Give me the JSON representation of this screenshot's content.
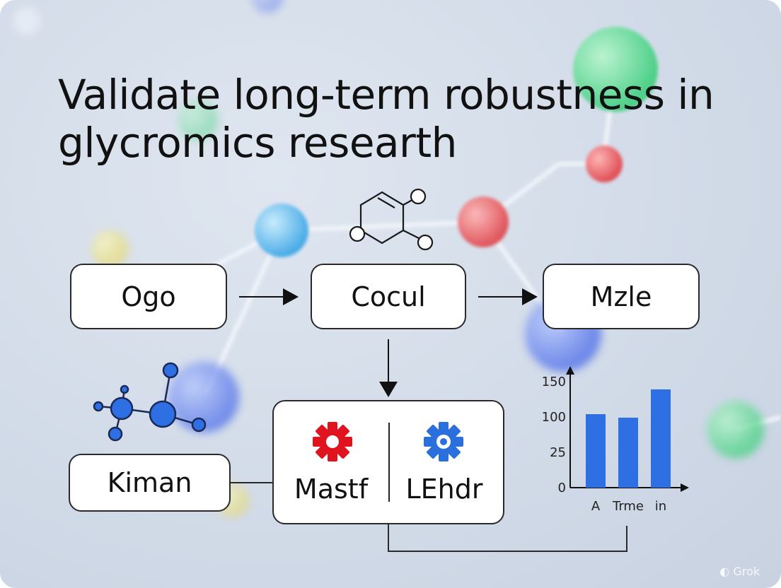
{
  "title": "Validate long-term robustness in glycromics researth",
  "nodes": {
    "ogo": "Ogo",
    "cocul": "Cocul",
    "mzle": "Mzle",
    "kiman": "Kiman",
    "mastf": "Mastf",
    "lehdr": "LEhdr"
  },
  "icons": {
    "top_molecule": "hexagon-molecule-icon",
    "left_molecule": "ball-stick-molecule-icon",
    "gear_red": "gear-icon",
    "gear_blue": "settings-icon"
  },
  "colors": {
    "gear_red": "#e0141e",
    "gear_blue": "#2a6fdb",
    "bar": "#2f6fe4",
    "molecule_blue": "#2f6fe4"
  },
  "watermark": "Grok",
  "chart_data": {
    "type": "bar",
    "categories": [
      "A",
      "Trme",
      "in"
    ],
    "values": [
      104,
      99,
      139
    ],
    "ytick_labels": [
      "0",
      "25",
      "100",
      "150"
    ],
    "ytick_values": [
      0,
      50,
      100,
      150
    ],
    "ylim": [
      0,
      160
    ],
    "xlabel": "",
    "ylabel": "",
    "title": "",
    "grid": false
  }
}
